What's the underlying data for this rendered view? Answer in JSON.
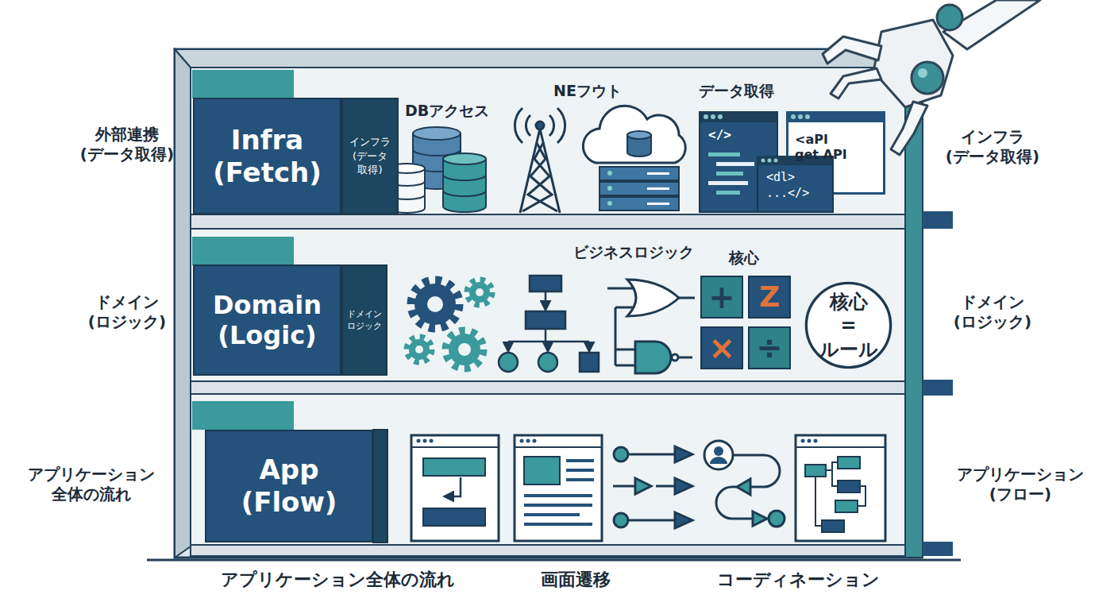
{
  "diagram": {
    "nodes": [
      {
        "text": [
          "Infra (Fetch)"
        ]
      },
      {
        "text": [
          "インフラ (データ取得)"
        ]
      },
      {
        "text": [
          "</>"
        ]
      },
      {
        "text": [
          "<aPI get API"
        ]
      },
      {
        "text": [
          "<dl> ...</>"
        ]
      },
      {
        "text": [
          "Domain (Logic)"
        ]
      },
      {
        "text": [
          "ドメイン ロジック"
        ]
      },
      {
        "text": [
          "+"
        ]
      },
      {
        "text": [
          "Z"
        ]
      },
      {
        "text": [
          "×"
        ]
      },
      {
        "text": [
          "÷"
        ]
      },
      {
        "text": [
          "核心 = ルール"
        ]
      },
      {
        "text": [
          "App (Flow)"
        ]
      }
    ],
    "labels": [
      "外部連携 (データ取得)",
      "DBアクセス",
      "NEフウト",
      "データ取得",
      "インフラ (データ取得)",
      "ドメイン (ロジック)",
      "ビジネスロジック",
      "核心",
      "ドメイン (ロジック)",
      "アプリケーション 全体の流れ",
      "アプリケーション (フロー)",
      "アプリケーション全体の流れ",
      "画面遷移",
      "コーディネーション"
    ]
  }
}
